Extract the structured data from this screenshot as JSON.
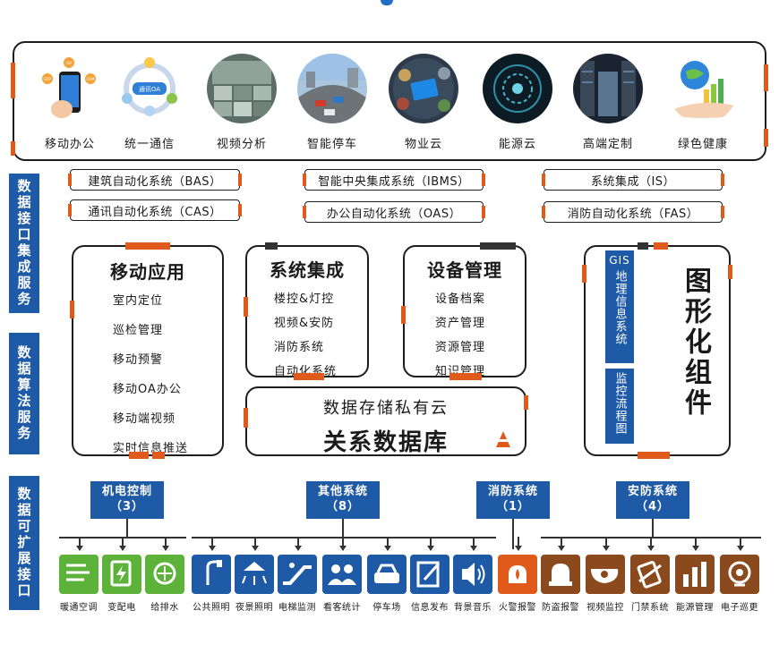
{
  "top": {
    "items": [
      {
        "label": "移动办公",
        "icon": "mobile-office-icon"
      },
      {
        "label": "统一通信",
        "icon": "unified-communication-icon"
      },
      {
        "label": "视频分析",
        "icon": "video-analysis-icon"
      },
      {
        "label": "智能停车",
        "icon": "smart-parking-icon"
      },
      {
        "label": "物业云",
        "icon": "property-cloud-icon"
      },
      {
        "label": "能源云",
        "icon": "energy-cloud-icon"
      },
      {
        "label": "高端定制",
        "icon": "server-room-icon"
      },
      {
        "label": "绿色健康",
        "icon": "green-health-icon"
      }
    ],
    "phone_bubbles": [
      "ERP",
      "OA",
      "CRM"
    ],
    "oa_text": "通讯OA"
  },
  "side_labels": {
    "integration": "数据接口集成服务",
    "algorithm": "数据算法服务",
    "expansion": "数据可扩展接口"
  },
  "integration_pills": {
    "bas": "建筑自动化系统（BAS）",
    "cas": "通讯自动化系统（CAS）",
    "ibms": "智能中央集成系统（IBMS）",
    "oas": "办公自动化系统（OAS）",
    "is": "系统集成（IS）",
    "fas": "消防自动化系统（FAS）"
  },
  "mobile_app": {
    "title": "移动应用",
    "items": [
      "室内定位",
      "巡检管理",
      "移动预警",
      "移动OA办公",
      "移动端视频",
      "实时信息推送"
    ]
  },
  "system_integration": {
    "title": "系统集成",
    "items": [
      "楼控&灯控",
      "视频&安防",
      "消防系统",
      "自动化系统"
    ]
  },
  "device_management": {
    "title": "设备管理",
    "items": [
      "设备档案",
      "资产管理",
      "资源管理",
      "知识管理"
    ]
  },
  "storage": {
    "subtitle": "数据存储私有云",
    "title": "关系数据库"
  },
  "graphic": {
    "gis_label": "GIS",
    "gis_text": "地理信息系统",
    "monitor_text": "监控流程图",
    "title": "图形化组件"
  },
  "categories": {
    "mep": {
      "name": "机电控制",
      "count": "（3）"
    },
    "other": {
      "name": "其他系统",
      "count": "（8）"
    },
    "fire": {
      "name": "消防系统",
      "count": "（1）"
    },
    "security": {
      "name": "安防系统",
      "count": "（4）"
    }
  },
  "devices": [
    {
      "label": "暖通空调",
      "icon": "hvac-icon",
      "color": "#5db33a"
    },
    {
      "label": "变配电",
      "icon": "power-distribution-icon",
      "color": "#5db33a"
    },
    {
      "label": "给排水",
      "icon": "water-supply-icon",
      "color": "#5db33a"
    },
    {
      "label": "公共照明",
      "icon": "street-lamp-icon",
      "color": "#1f5aa6"
    },
    {
      "label": "夜景照明",
      "icon": "night-light-icon",
      "color": "#1f5aa6"
    },
    {
      "label": "电梯监测",
      "icon": "escalator-icon",
      "color": "#1f5aa6"
    },
    {
      "label": "看客统计",
      "icon": "visitor-count-icon",
      "color": "#1f5aa6"
    },
    {
      "label": "停车场",
      "icon": "parking-icon",
      "color": "#1f5aa6"
    },
    {
      "label": "信息发布",
      "icon": "info-publish-icon",
      "color": "#1f5aa6"
    },
    {
      "label": "背景音乐",
      "icon": "speaker-icon",
      "color": "#1f5aa6"
    },
    {
      "label": "火警报警",
      "icon": "fire-alarm-icon",
      "color": "#e05a1b"
    },
    {
      "label": "防盗报警",
      "icon": "burglar-alarm-icon",
      "color": "#8b4a1d"
    },
    {
      "label": "视频监控",
      "icon": "camera-icon",
      "color": "#8b4a1d"
    },
    {
      "label": "门禁系统",
      "icon": "access-control-icon",
      "color": "#8b4a1d"
    },
    {
      "label": "能源管理",
      "icon": "energy-bars-icon",
      "color": "#8b4a1d"
    },
    {
      "label": "电子巡更",
      "icon": "patrol-icon",
      "color": "#8b4a1d"
    }
  ]
}
